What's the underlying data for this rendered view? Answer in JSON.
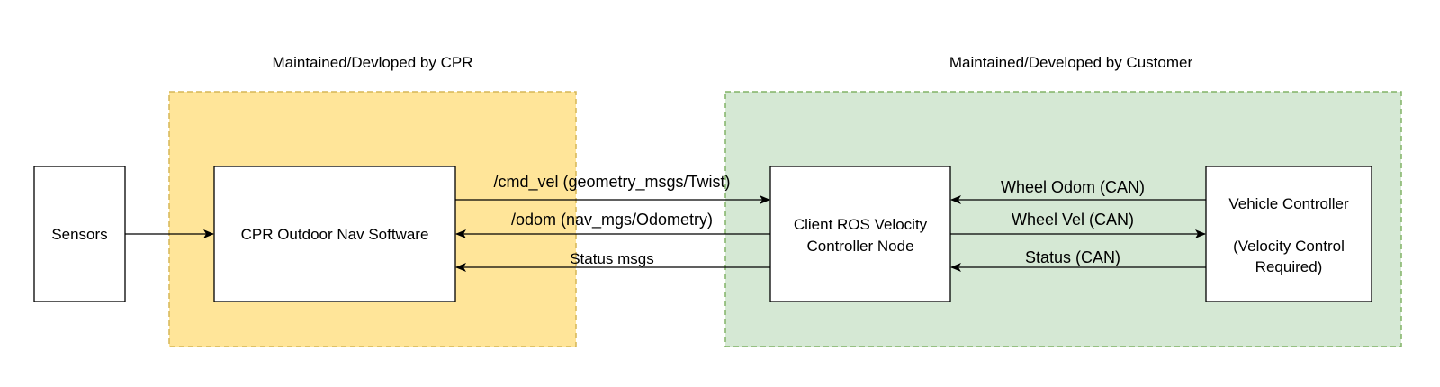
{
  "regions": {
    "cpr": {
      "label": "Maintained/Devloped by CPR",
      "fill": "#FFE599",
      "stroke": "#D6B656"
    },
    "customer": {
      "label": "Maintained/Developed  by Customer",
      "fill": "#D5E8D4",
      "stroke": "#82B366"
    }
  },
  "nodes": {
    "sensors": {
      "label": "Sensors"
    },
    "nav_software": {
      "label": "CPR Outdoor Nav Software"
    },
    "ros_node": {
      "label_line1": "Client ROS Velocity",
      "label_line2": "Controller Node"
    },
    "vehicle_controller": {
      "label_line1": "Vehicle Controller",
      "label_line2": "(Velocity Control",
      "label_line3": "Required)"
    }
  },
  "edges": {
    "cmd_vel": "/cmd_vel (geometry_msgs/Twist)",
    "odom": "/odom (nav_mgs/Odometry)",
    "status_msgs": "Status msgs",
    "wheel_odom": "Wheel Odom (CAN)",
    "wheel_vel": "Wheel Vel (CAN)",
    "status_can": "Status (CAN)"
  }
}
